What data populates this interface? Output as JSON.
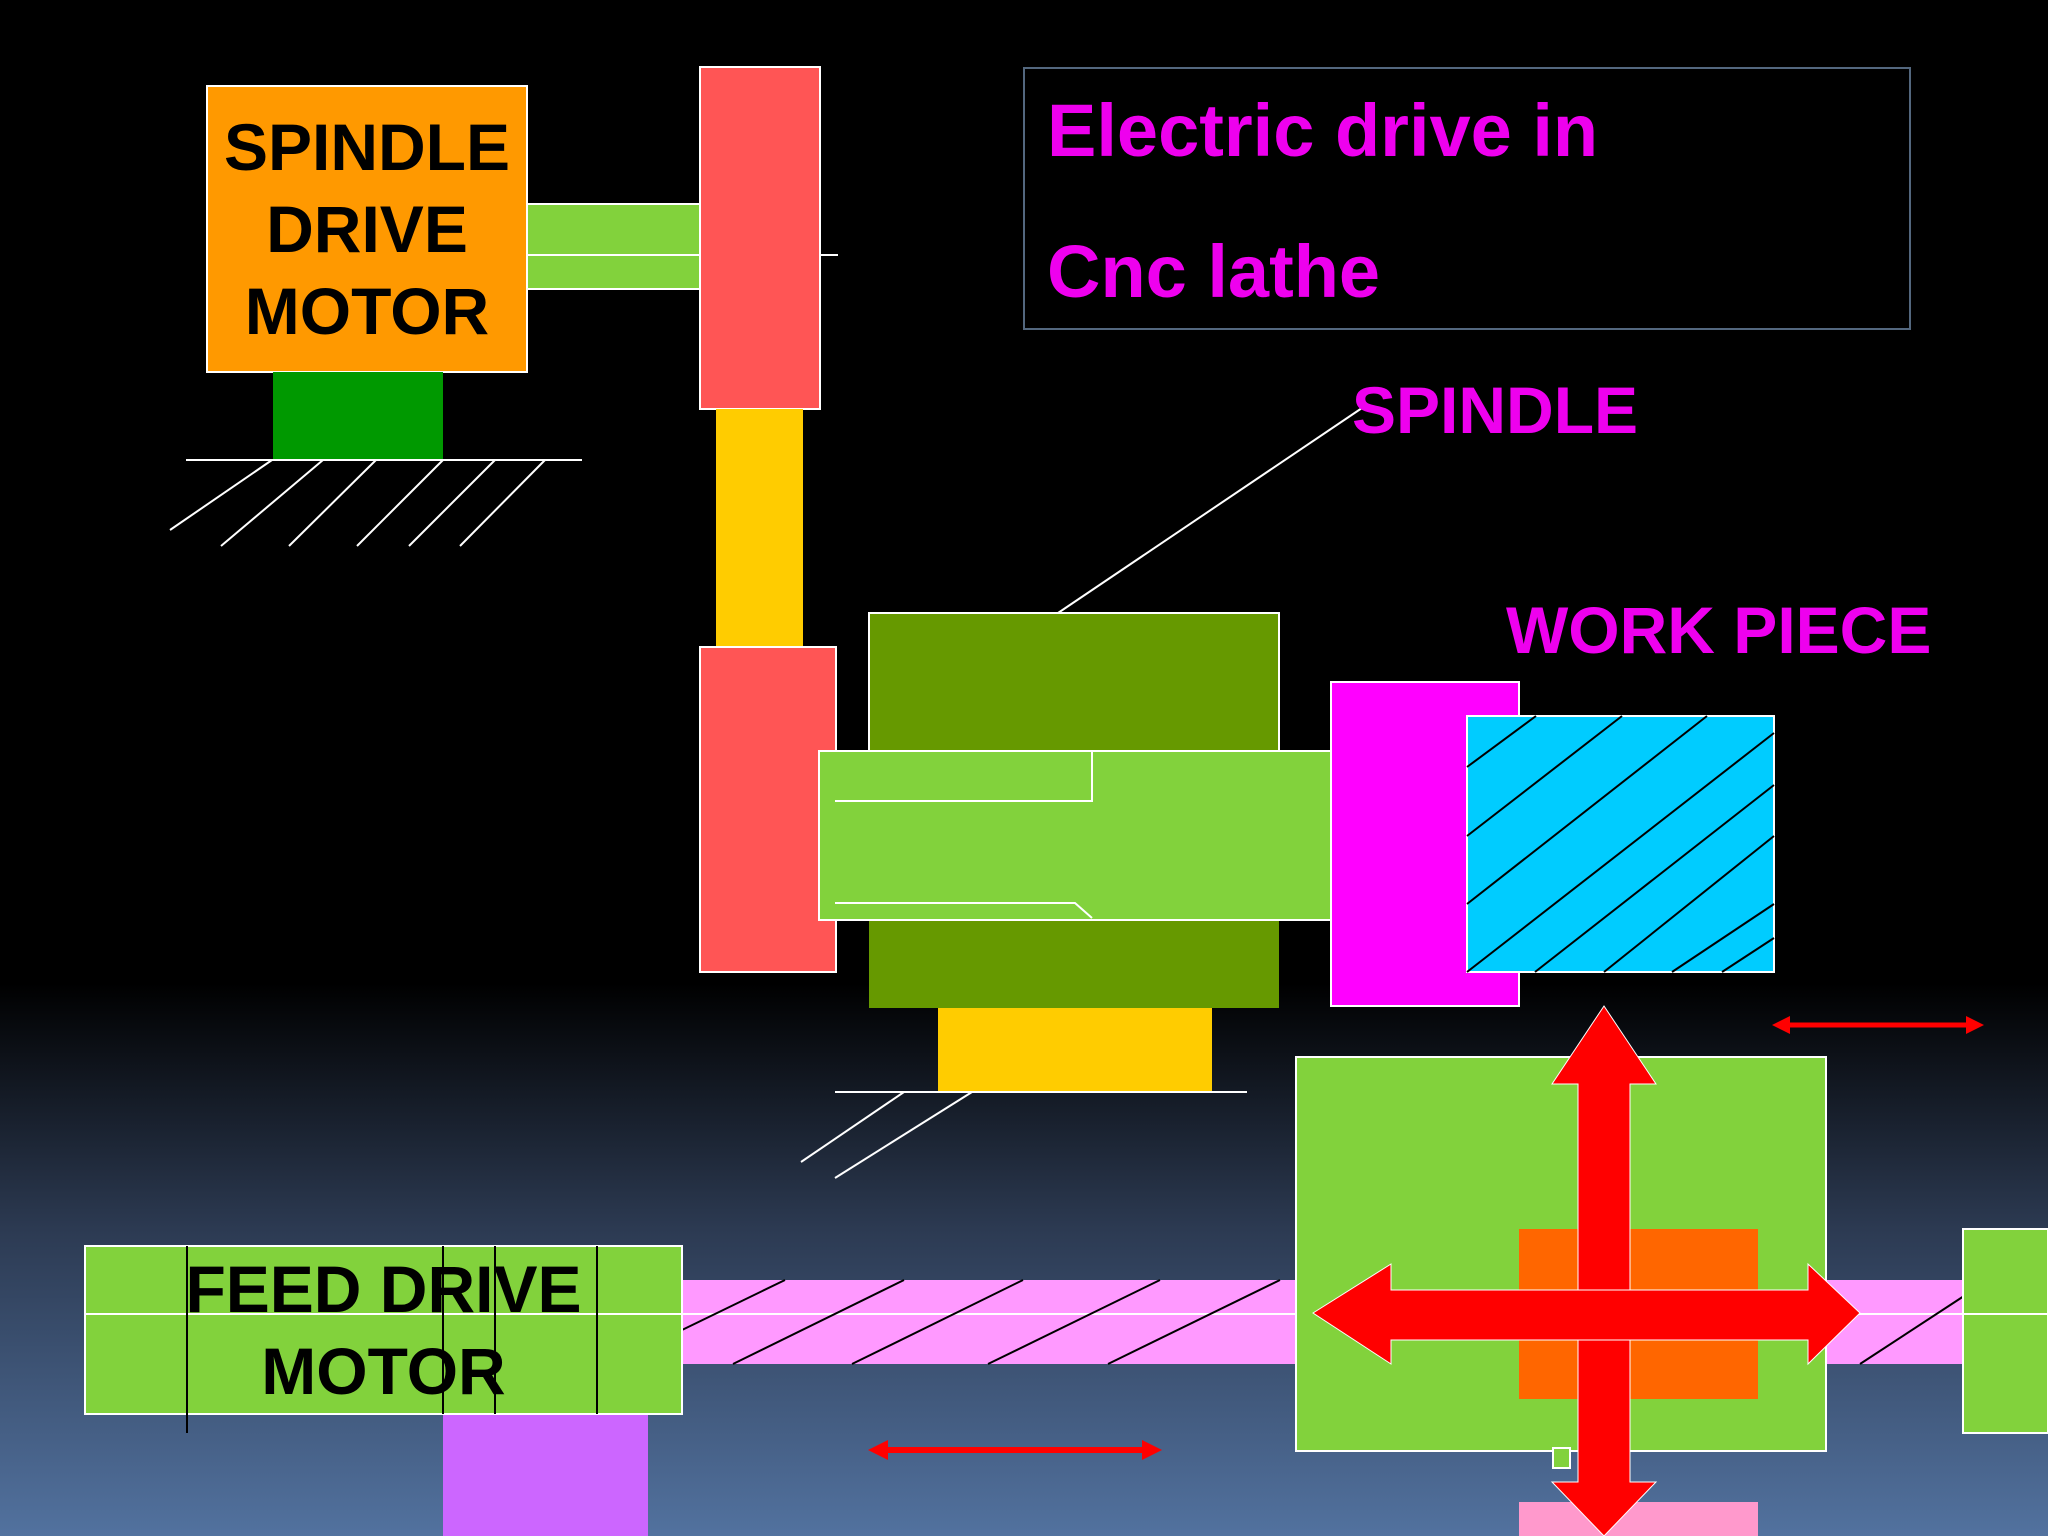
{
  "title": {
    "line1": "Electric drive in",
    "line2": "Cnc lathe"
  },
  "labels": {
    "spindle_drive_motor": [
      "SPINDLE",
      "DRIVE",
      "MOTOR"
    ],
    "spindle": "SPINDLE",
    "work_piece": "WORK PIECE",
    "feed_drive_motor": [
      "FEED DRIVE",
      "MOTOR"
    ]
  },
  "colors": {
    "title_text": "#ee00ee",
    "motor_body": "#ff9900",
    "motor_base": "#009900",
    "pulley": "#ff5555",
    "belt": "#ffcc00",
    "headstock": "#669900",
    "shaft": "#82d23c",
    "chuck": "#ff00ff",
    "workpiece": "#00ccff",
    "leadscrew": "#ff99ff",
    "nut": "#ff6600",
    "feed_motor_base": "#cc66ff",
    "arrow": "#ff0000"
  }
}
